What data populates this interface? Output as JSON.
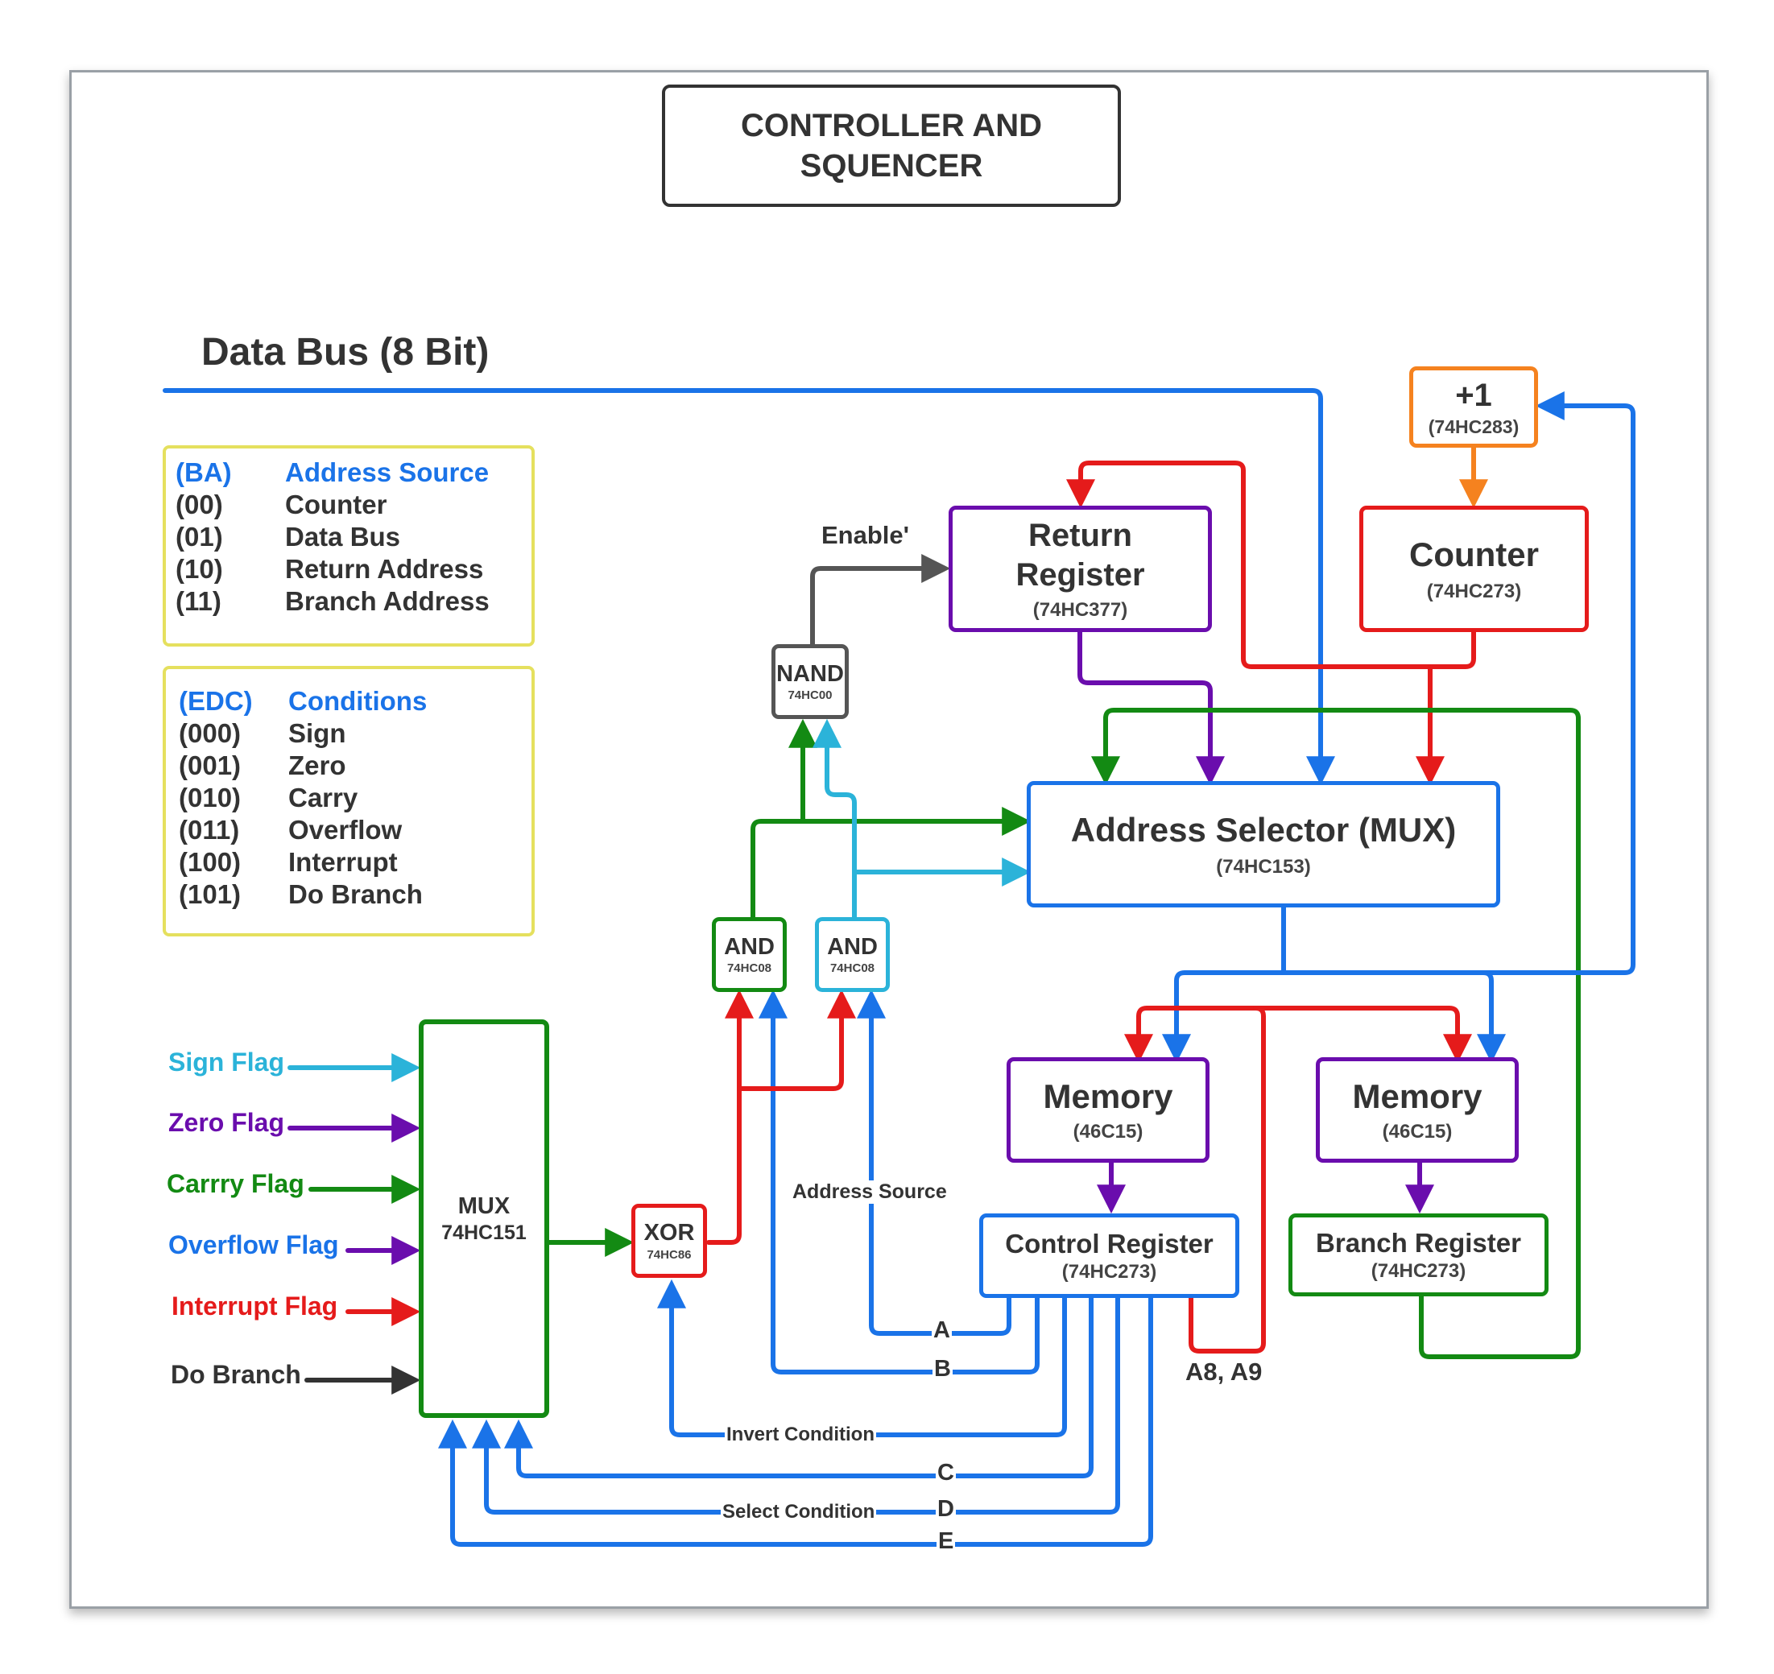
{
  "title": "CONTROLLER AND SQUENCER",
  "data_bus_label": "Data Bus (8 Bit)",
  "enable_label": "Enable'",
  "address_source_label": "Address Source",
  "a8a9_label": "A8, A9",
  "bit_labels": {
    "a": "A",
    "b": "B",
    "c": "C",
    "d": "D",
    "e": "E"
  },
  "invert_label": "Invert Condition",
  "select_label": "Select Condition",
  "components": {
    "plus_one": {
      "title": "+1",
      "part": "(74HC283)"
    },
    "counter": {
      "title": "Counter",
      "part": "(74HC273)"
    },
    "return_register": {
      "title": "Return Register",
      "part": "(74HC377)"
    },
    "nand": {
      "title": "NAND",
      "part": "74HC00"
    },
    "address_selector": {
      "title": "Address Selector (MUX)",
      "part": "(74HC153)"
    },
    "and_green": {
      "title": "AND",
      "part": "74HC08"
    },
    "and_cyan": {
      "title": "AND",
      "part": "74HC08"
    },
    "memory_left": {
      "title": "Memory",
      "part": "(46C15)"
    },
    "memory_right": {
      "title": "Memory",
      "part": "(46C15)"
    },
    "control_register": {
      "title": "Control Register",
      "part": "(74HC273)"
    },
    "branch_register": {
      "title": "Branch Register",
      "part": "(74HC273)"
    },
    "mux": {
      "title": "MUX",
      "part": "74HC151"
    },
    "xor": {
      "title": "XOR",
      "part": "74HC86"
    }
  },
  "flags": [
    {
      "label": "Sign Flag",
      "color": "#2bb3d9"
    },
    {
      "label": "Zero Flag",
      "color": "#6a0dad"
    },
    {
      "label": "Carrry Flag",
      "color": "#138a13"
    },
    {
      "label": "Overflow Flag",
      "color": "#1a73e8"
    },
    {
      "label": "Interrupt Flag",
      "color": "#e51b1b"
    },
    {
      "label": "Do Branch",
      "color": "#333333"
    }
  ],
  "address_source_legend": {
    "header": [
      "(BA)",
      "Address Source"
    ],
    "rows": [
      [
        "(00)",
        "Counter"
      ],
      [
        "(01)",
        "Data Bus"
      ],
      [
        "(10)",
        "Return Address"
      ],
      [
        "(11)",
        "Branch Address"
      ]
    ]
  },
  "conditions_legend": {
    "header": [
      "(EDC)",
      "Conditions"
    ],
    "rows": [
      [
        "(000)",
        "Sign"
      ],
      [
        "(001)",
        "Zero"
      ],
      [
        "(010)",
        "Carry"
      ],
      [
        "(011)",
        "Overflow"
      ],
      [
        "(100)",
        "Interrupt"
      ],
      [
        "(101)",
        "Do Branch"
      ]
    ]
  },
  "colors": {
    "blue": "#1a73e8",
    "red": "#e51b1b",
    "green": "#138a13",
    "purple": "#6a0dad",
    "orange": "#f5821f",
    "cyan": "#2bb3d9",
    "gray": "#555555",
    "dark": "#333333",
    "legend_border": "#e5e05e"
  }
}
